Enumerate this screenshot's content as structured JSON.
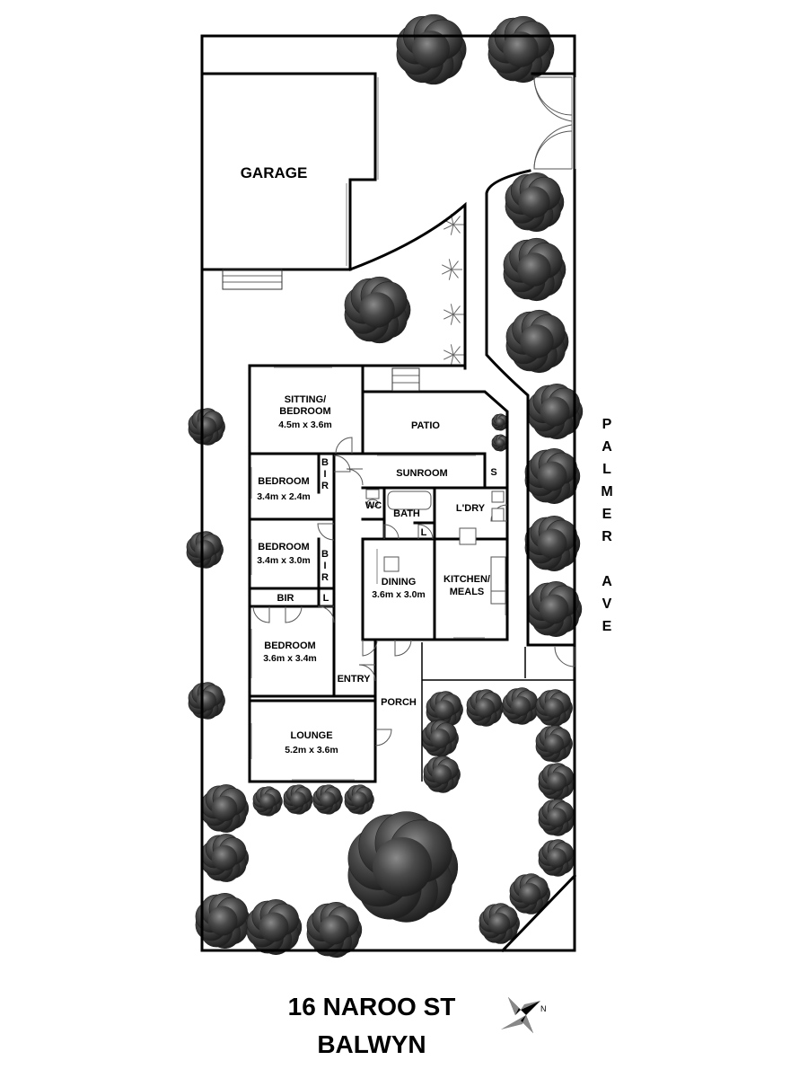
{
  "address": {
    "line1": "16 NAROO ST",
    "line2": "BALWYN"
  },
  "street_label": {
    "letters": [
      "P",
      "A",
      "L",
      "M",
      "E",
      "R",
      "",
      "A",
      "V",
      "E"
    ]
  },
  "rooms": {
    "garage": {
      "name": "GARAGE"
    },
    "sitting": {
      "name_line1": "SITTING/",
      "name_line2": "BEDROOM",
      "dims": "4.5m x 3.6m"
    },
    "patio": {
      "name": "PATIO"
    },
    "bedroom1": {
      "name": "BEDROOM",
      "dims": "3.4m x 2.4m"
    },
    "bedroom2": {
      "name": "BEDROOM",
      "dims": "3.4m x 3.0m"
    },
    "bedroom3": {
      "name": "BEDROOM",
      "dims": "3.6m x 3.4m"
    },
    "sunroom": {
      "name": "SUNROOM"
    },
    "store": {
      "name": "S"
    },
    "wc": {
      "name": "WC"
    },
    "bath": {
      "name": "BATH"
    },
    "linen": {
      "name": "L"
    },
    "laundry": {
      "name": "L'DRY"
    },
    "dining": {
      "name": "DINING",
      "dims": "3.6m x 3.0m"
    },
    "kitchen": {
      "name_line1": "KITCHEN/",
      "name_line2": "MEALS"
    },
    "bir_upper": {
      "letters": [
        "B",
        "I",
        "R"
      ]
    },
    "bir_middle": {
      "letters": [
        "B",
        "I",
        "R"
      ]
    },
    "bir_lower": {
      "name": "BIR"
    },
    "linen_lower": {
      "name": "L"
    },
    "entry": {
      "name": "ENTRY"
    },
    "porch": {
      "name": "PORCH"
    },
    "lounge": {
      "name": "LOUNGE",
      "dims": "5.2m x 3.6m"
    }
  },
  "compass": {
    "north_label": "N",
    "icon": "compass-rose-icon"
  },
  "colors": {
    "walls": "#000000",
    "trees": "#3a3a3a",
    "background": "#ffffff"
  }
}
